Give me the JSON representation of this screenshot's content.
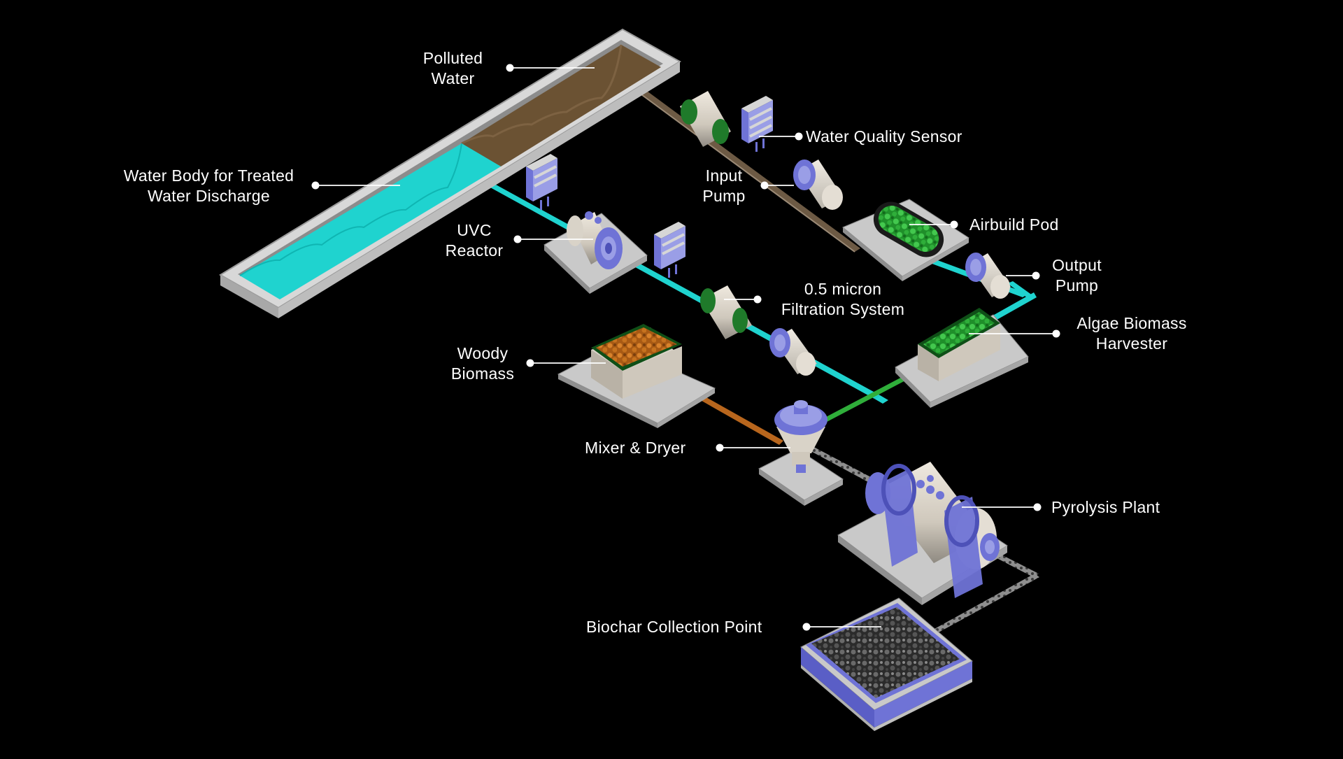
{
  "labels": {
    "polluted_water": [
      "Polluted",
      "Water"
    ],
    "water_quality_sensor": "Water Quality Sensor",
    "treated_water_body": [
      "Water Body for Treated",
      "Water Discharge"
    ],
    "input_pump": [
      "Input",
      "Pump"
    ],
    "airbuild_pod": "Airbuild Pod",
    "uvc_reactor": [
      "UVC",
      "Reactor"
    ],
    "output_pump": [
      "Output",
      "Pump"
    ],
    "filtration_system": [
      "0.5 micron",
      "Filtration System"
    ],
    "algae_harvester": [
      "Algae Biomass",
      "Harvester"
    ],
    "woody_biomass": [
      "Woody",
      "Biomass"
    ],
    "mixer_dryer": "Mixer & Dryer",
    "pyrolysis_plant": "Pyrolysis Plant",
    "biochar_collection": "Biochar Collection Point"
  },
  "colors": {
    "background": "#000000",
    "treated_water": "#1fd3cf",
    "polluted_water": "#6b5233",
    "concrete": "#cfcfcf",
    "accent_blue": "#6f73d6",
    "algae_green": "#2bb33a",
    "woody_orange": "#b86a1f",
    "biochar": "#3a3a3a"
  }
}
